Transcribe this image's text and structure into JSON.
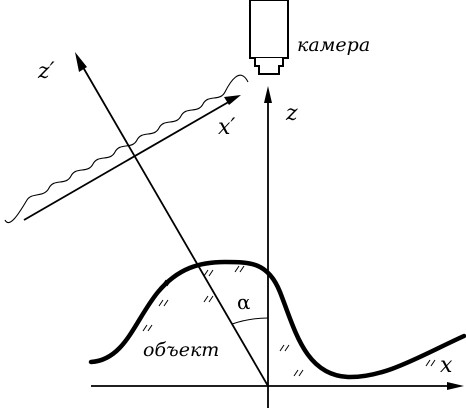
{
  "labels": {
    "camera": "камера",
    "object": "объект",
    "z_prime": "z′",
    "x_prime": "x′",
    "z": "z",
    "x": "x",
    "alpha": "α"
  },
  "colors": {
    "stroke": "#000000",
    "background": "#ffffff"
  }
}
